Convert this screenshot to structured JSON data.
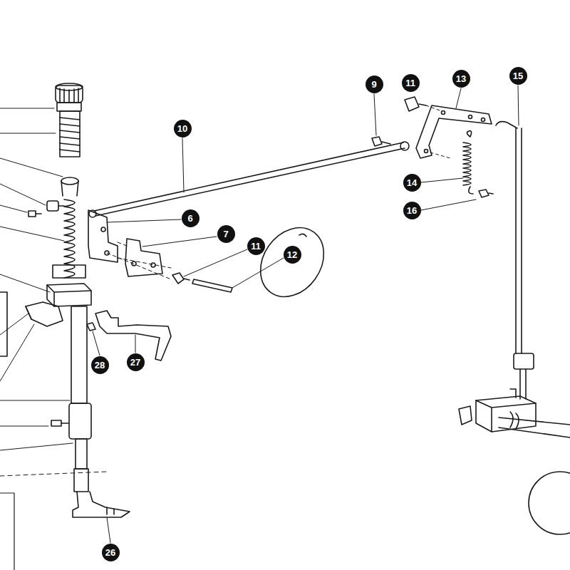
{
  "diagram": {
    "labels": [
      "9",
      "11",
      "13",
      "15",
      "10",
      "14",
      "16",
      "6",
      "7",
      "11",
      "12",
      "28",
      "27",
      "26"
    ]
  }
}
